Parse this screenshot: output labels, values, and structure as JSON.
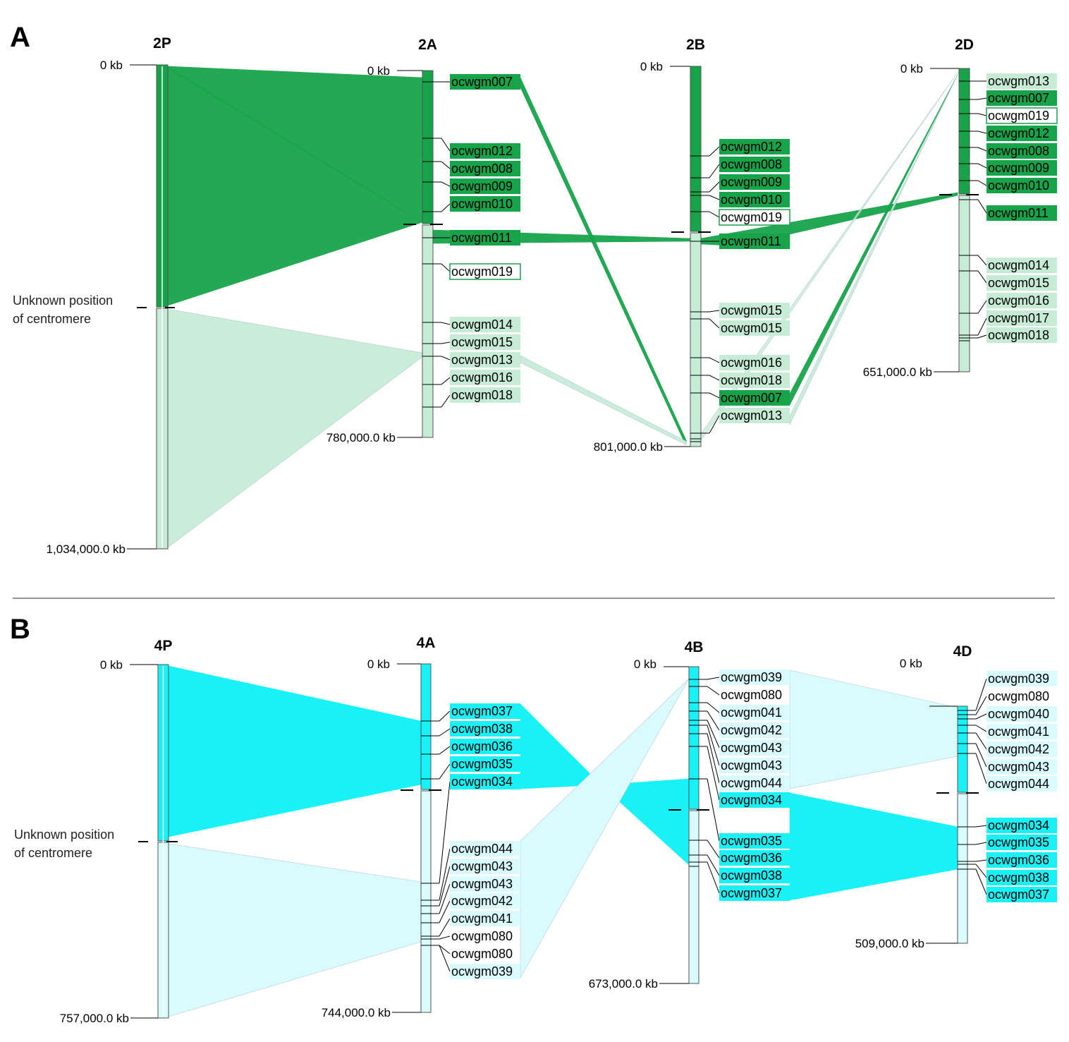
{
  "colors": {
    "green_dark": "#17a34a",
    "green_light": "#c6ecd6",
    "cyan_dark": "#18f2f6",
    "cyan_light": "#d9fbfd",
    "outline": "#555555"
  },
  "panels": [
    {
      "letter": "A",
      "centromere_label": [
        "Unknown position",
        "of centromere"
      ],
      "chromosomes": [
        {
          "id": "2P",
          "title": "2P",
          "start_label": "0 kb",
          "end_label": "1,034,000.0 kb",
          "markers": []
        },
        {
          "id": "2A",
          "title": "2A",
          "start_label": "0 kb",
          "end_label": "780,000.0 kb",
          "markers": [
            {
              "name": "ocwgm007",
              "style": "dark"
            },
            {
              "name": "ocwgm012",
              "style": "dark"
            },
            {
              "name": "ocwgm008",
              "style": "dark"
            },
            {
              "name": "ocwgm009",
              "style": "dark"
            },
            {
              "name": "ocwgm010",
              "style": "dark"
            },
            {
              "name": "ocwgm011",
              "style": "dark"
            },
            {
              "name": "ocwgm019",
              "style": "outline"
            },
            {
              "name": "ocwgm014",
              "style": "light"
            },
            {
              "name": "ocwgm015",
              "style": "light"
            },
            {
              "name": "ocwgm013",
              "style": "light"
            },
            {
              "name": "ocwgm016",
              "style": "light"
            },
            {
              "name": "ocwgm018",
              "style": "light"
            }
          ]
        },
        {
          "id": "2B",
          "title": "2B",
          "start_label": "0 kb",
          "end_label": "801,000.0 kb",
          "markers": [
            {
              "name": "ocwgm012",
              "style": "dark"
            },
            {
              "name": "ocwgm008",
              "style": "dark"
            },
            {
              "name": "ocwgm009",
              "style": "dark"
            },
            {
              "name": "ocwgm010",
              "style": "dark"
            },
            {
              "name": "ocwgm019",
              "style": "outline"
            },
            {
              "name": "ocwgm011",
              "style": "dark"
            },
            {
              "name": "ocwgm015",
              "style": "light"
            },
            {
              "name": "ocwgm015",
              "style": "light"
            },
            {
              "name": "ocwgm016",
              "style": "light"
            },
            {
              "name": "ocwgm018",
              "style": "light"
            },
            {
              "name": "ocwgm007",
              "style": "dark"
            },
            {
              "name": "ocwgm013",
              "style": "light"
            }
          ]
        },
        {
          "id": "2D",
          "title": "2D",
          "start_label": "0 kb",
          "end_label": "651,000.0 kb",
          "markers": [
            {
              "name": "ocwgm013",
              "style": "light"
            },
            {
              "name": "ocwgm007",
              "style": "dark"
            },
            {
              "name": "ocwgm019",
              "style": "outline"
            },
            {
              "name": "ocwgm012",
              "style": "dark"
            },
            {
              "name": "ocwgm008",
              "style": "dark"
            },
            {
              "name": "ocwgm009",
              "style": "dark"
            },
            {
              "name": "ocwgm010",
              "style": "dark"
            },
            {
              "name": "ocwgm011",
              "style": "dark"
            },
            {
              "name": "ocwgm014",
              "style": "light"
            },
            {
              "name": "ocwgm015",
              "style": "light"
            },
            {
              "name": "ocwgm016",
              "style": "light"
            },
            {
              "name": "ocwgm017",
              "style": "light"
            },
            {
              "name": "ocwgm018",
              "style": "light"
            }
          ]
        }
      ]
    },
    {
      "letter": "B",
      "centromere_label": [
        "Unknown position",
        "of centromere"
      ],
      "chromosomes": [
        {
          "id": "4P",
          "title": "4P",
          "start_label": "0 kb",
          "end_label": "757,000.0 kb",
          "markers": []
        },
        {
          "id": "4A",
          "title": "4A",
          "start_label": "0 kb",
          "end_label": "744,000.0 kb",
          "markers": [
            {
              "name": "ocwgm037",
              "style": "dark"
            },
            {
              "name": "ocwgm038",
              "style": "dark"
            },
            {
              "name": "ocwgm036",
              "style": "dark"
            },
            {
              "name": "ocwgm035",
              "style": "dark"
            },
            {
              "name": "ocwgm034",
              "style": "dark"
            },
            {
              "name": "ocwgm044",
              "style": "light"
            },
            {
              "name": "ocwgm043",
              "style": "light"
            },
            {
              "name": "ocwgm043",
              "style": "light"
            },
            {
              "name": "ocwgm042",
              "style": "light"
            },
            {
              "name": "ocwgm041",
              "style": "light"
            },
            {
              "name": "ocwgm080",
              "style": "none"
            },
            {
              "name": "ocwgm080",
              "style": "none"
            },
            {
              "name": "ocwgm039",
              "style": "light"
            }
          ]
        },
        {
          "id": "4B",
          "title": "4B",
          "start_label": "0 kb",
          "end_label": "673,000.0 kb",
          "markers": [
            {
              "name": "ocwgm039",
              "style": "light"
            },
            {
              "name": "ocwgm080",
              "style": "none"
            },
            {
              "name": "ocwgm041",
              "style": "light"
            },
            {
              "name": "ocwgm042",
              "style": "light"
            },
            {
              "name": "ocwgm043",
              "style": "light"
            },
            {
              "name": "ocwgm043",
              "style": "light"
            },
            {
              "name": "ocwgm044",
              "style": "light"
            },
            {
              "name": "ocwgm034",
              "style": "dark"
            },
            {
              "name": "ocwgm035",
              "style": "dark"
            },
            {
              "name": "ocwgm036",
              "style": "dark"
            },
            {
              "name": "ocwgm038",
              "style": "dark"
            },
            {
              "name": "ocwgm037",
              "style": "dark"
            }
          ]
        },
        {
          "id": "4D",
          "title": "4D",
          "start_label": "0 kb",
          "end_label": "509,000.0 kb",
          "markers": [
            {
              "name": "ocwgm039",
              "style": "light"
            },
            {
              "name": "ocwgm080",
              "style": "none"
            },
            {
              "name": "ocwgm040",
              "style": "light"
            },
            {
              "name": "ocwgm041",
              "style": "light"
            },
            {
              "name": "ocwgm042",
              "style": "light"
            },
            {
              "name": "ocwgm043",
              "style": "light"
            },
            {
              "name": "ocwgm044",
              "style": "light"
            },
            {
              "name": "ocwgm034",
              "style": "dark"
            },
            {
              "name": "ocwgm035",
              "style": "dark"
            },
            {
              "name": "ocwgm036",
              "style": "dark"
            },
            {
              "name": "ocwgm038",
              "style": "dark"
            },
            {
              "name": "ocwgm037",
              "style": "dark"
            }
          ]
        }
      ]
    }
  ]
}
